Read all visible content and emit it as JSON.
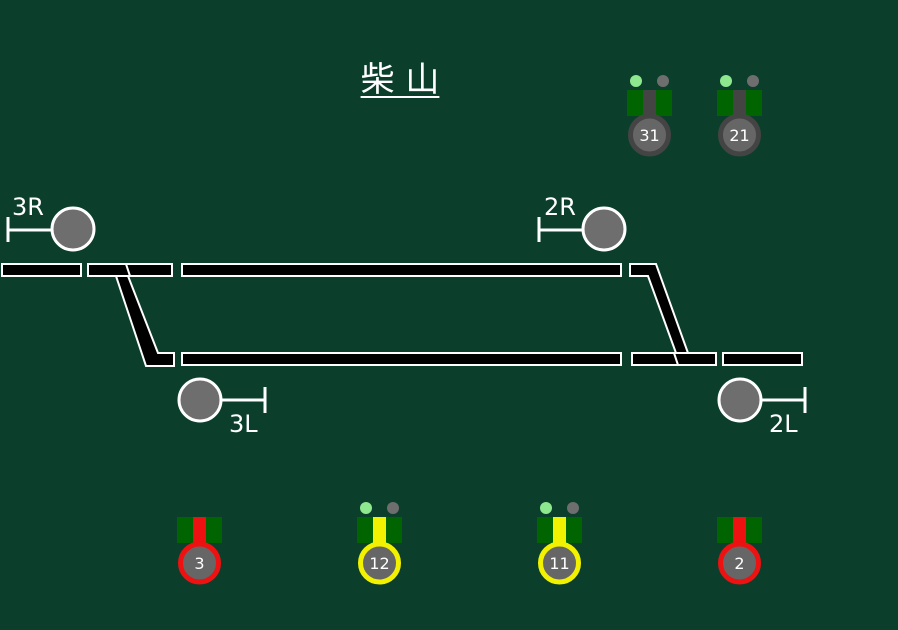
{
  "station": {
    "name": "柴 山"
  },
  "signals": [
    {
      "id": "3R",
      "label": "3R",
      "aspect": "stop",
      "color": "#6e6e6e"
    },
    {
      "id": "2R",
      "label": "2R",
      "aspect": "stop",
      "color": "#6e6e6e"
    },
    {
      "id": "3L",
      "label": "3L",
      "aspect": "stop",
      "color": "#6e6e6e"
    },
    {
      "id": "2L",
      "label": "2L",
      "aspect": "stop",
      "color": "#6e6e6e"
    }
  ],
  "levers": [
    {
      "id": "31",
      "label": "31",
      "ring_color": "#444444",
      "stem_color": "#444444",
      "lamps": [
        "#8ee88e",
        "#6e6e6e"
      ]
    },
    {
      "id": "21",
      "label": "21",
      "ring_color": "#444444",
      "stem_color": "#444444",
      "lamps": [
        "#8ee88e",
        "#6e6e6e"
      ]
    },
    {
      "id": "3",
      "label": "3",
      "ring_color": "#ee1111",
      "stem_color": "#ee1111",
      "lamps": []
    },
    {
      "id": "12",
      "label": "12",
      "ring_color": "#f2f200",
      "stem_color": "#f2f200",
      "lamps": [
        "#8ee88e",
        "#6e6e6e"
      ]
    },
    {
      "id": "11",
      "label": "11",
      "ring_color": "#f2f200",
      "stem_color": "#f2f200",
      "lamps": [
        "#8ee88e",
        "#6e6e6e"
      ]
    },
    {
      "id": "2",
      "label": "2",
      "ring_color": "#ee1111",
      "stem_color": "#ee1111",
      "lamps": []
    }
  ],
  "colors": {
    "background": "#0b3f2c",
    "track_fill": "#000000",
    "track_outline": "#ffffff",
    "lever_base": "#006400"
  }
}
